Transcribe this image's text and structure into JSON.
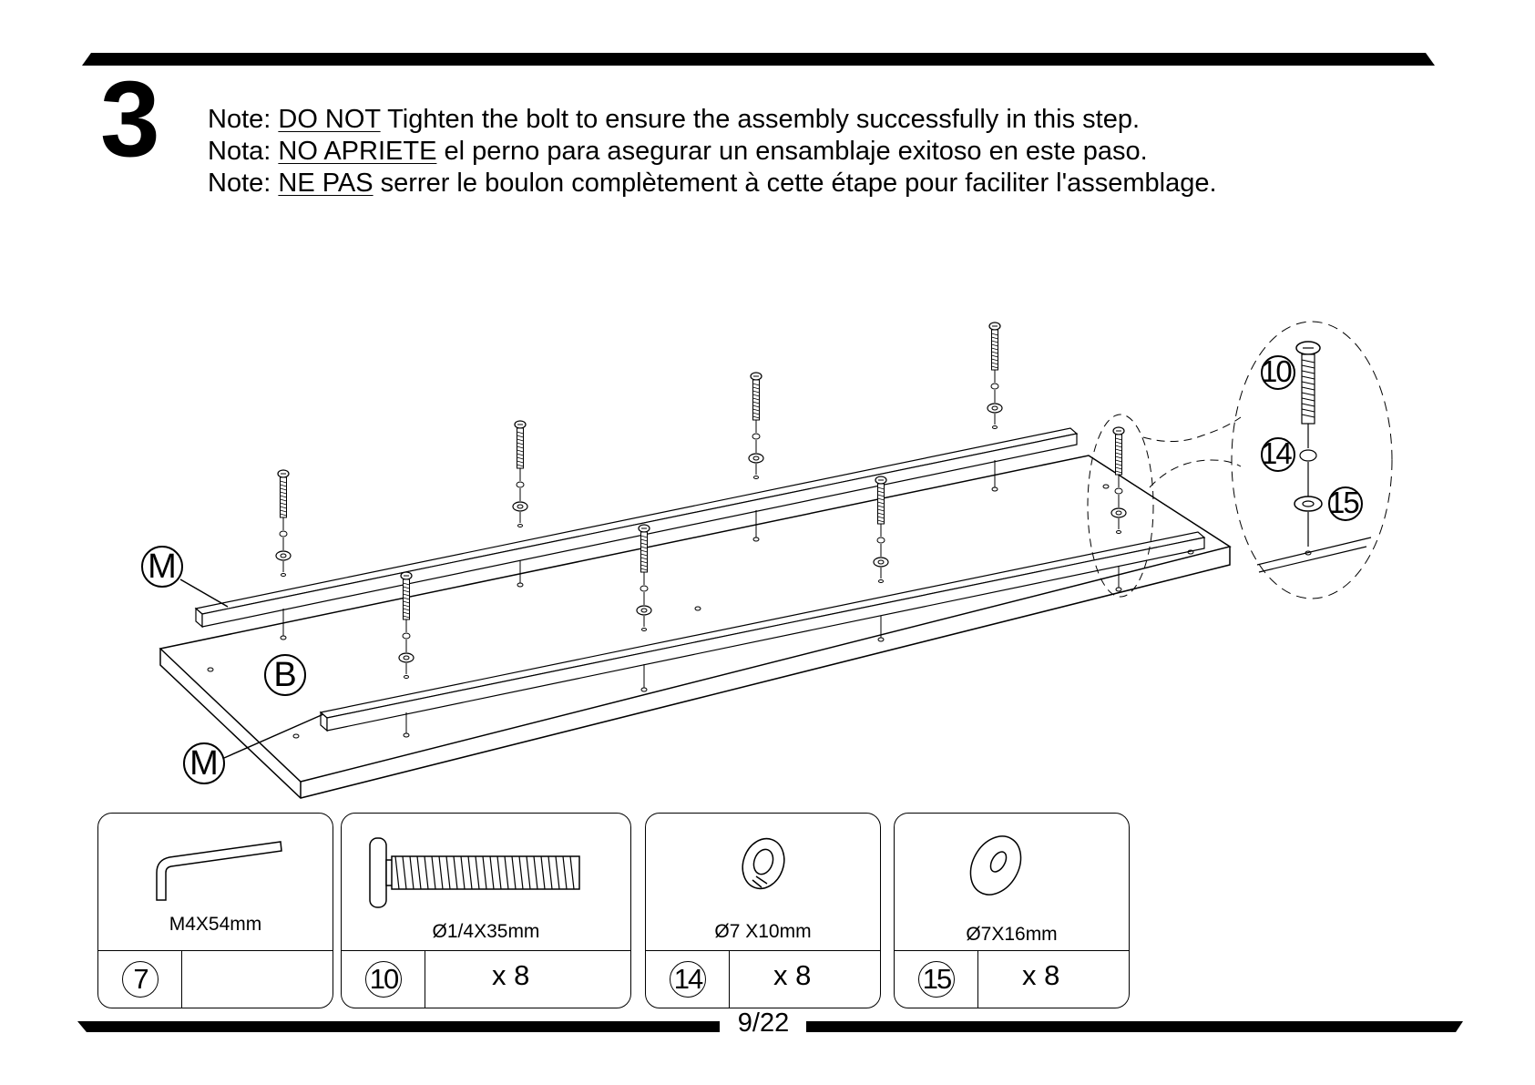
{
  "step": "3",
  "notes": [
    {
      "prefix": "Note: ",
      "emphasis": "DO NOT",
      "rest": " Tighten the bolt to ensure the assembly successfully in this step."
    },
    {
      "prefix": "Nota: ",
      "emphasis": "NO APRIETE",
      "rest": " el perno para asegurar un ensamblaje exitoso en este paso."
    },
    {
      "prefix": "Note: ",
      "emphasis": "NE PAS",
      "rest": " serrer le boulon complètement à cette étape pour faciliter l'assemblage."
    }
  ],
  "diagram_labels": {
    "rail_top": "M",
    "rail_bottom": "M",
    "panel": "B"
  },
  "detail_callouts": {
    "bolt": "10",
    "lock_washer": "14",
    "flat_washer": "15"
  },
  "parts": [
    {
      "number": "7",
      "size": "M4X54mm",
      "qty": "",
      "icon": "allen-key-icon"
    },
    {
      "number": "10",
      "size": "Ø1/4X35mm",
      "qty": "x 8",
      "icon": "bolt-icon"
    },
    {
      "number": "14",
      "size": "Ø7 X10mm",
      "qty": "x 8",
      "icon": "lock-washer-icon"
    },
    {
      "number": "15",
      "size": "Ø7X16mm",
      "qty": "x 8",
      "icon": "flat-washer-icon"
    }
  ],
  "page": "9/22"
}
